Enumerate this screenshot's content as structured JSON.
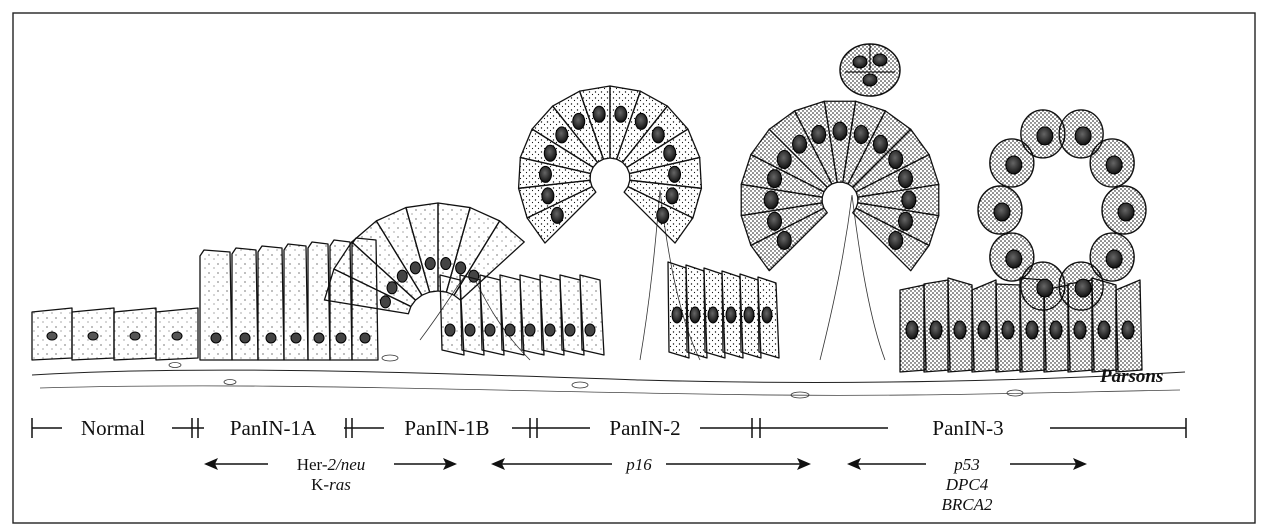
{
  "stages": [
    {
      "id": "normal",
      "label": "Normal"
    },
    {
      "id": "panin-1a",
      "label": "PanIN-1A"
    },
    {
      "id": "panin-1b",
      "label": "PanIN-1B"
    },
    {
      "id": "panin-2",
      "label": "PanIN-2"
    },
    {
      "id": "panin-3",
      "label": "PanIN-3"
    }
  ],
  "genes": {
    "early": {
      "line1_prefix": "Her-",
      "line1_italic": "2/neu",
      "line2_prefix": "K-",
      "line2_italic": "ras"
    },
    "middle": {
      "label": "p16"
    },
    "late": {
      "line1": "p53",
      "line2": "DPC4",
      "line3": "BRCA2"
    }
  },
  "signature": "Parsons",
  "colors": {
    "ink": "#111111",
    "background": "#ffffff",
    "frame": "#222222"
  }
}
